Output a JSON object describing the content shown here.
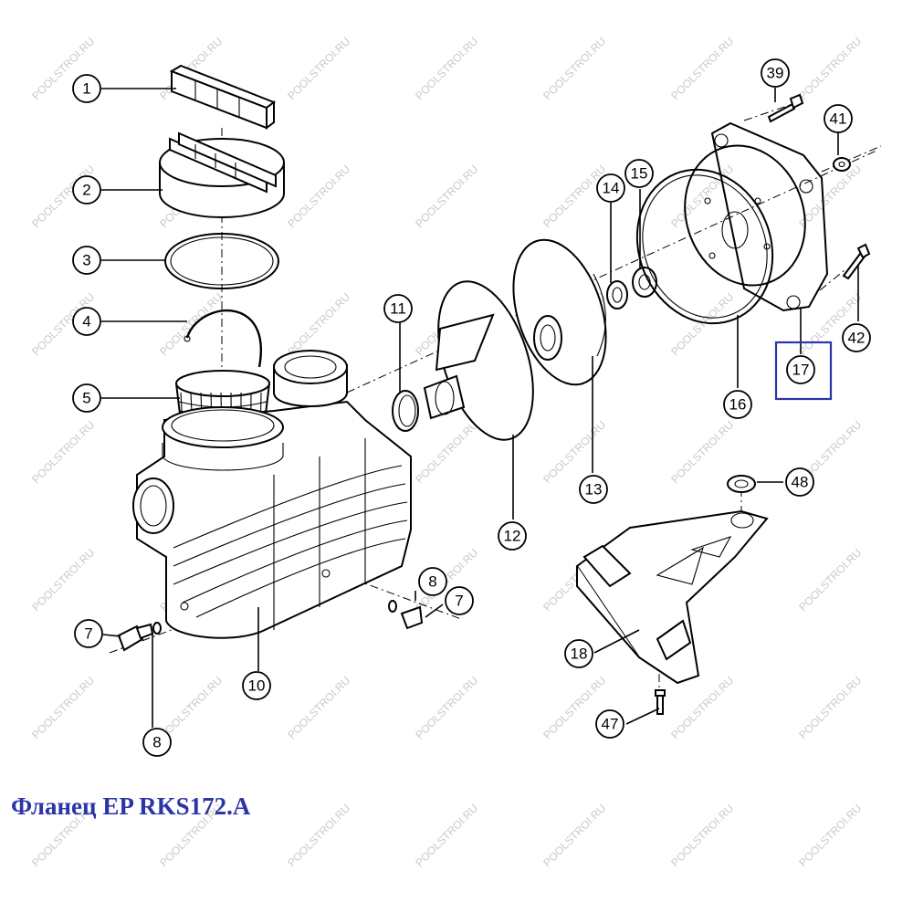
{
  "diagram": {
    "callouts": [
      "1",
      "2",
      "3",
      "4",
      "5",
      "7",
      "8",
      "8",
      "7",
      "10",
      "11",
      "12",
      "13",
      "14",
      "15",
      "16",
      "17",
      "18",
      "39",
      "41",
      "42",
      "47",
      "48"
    ],
    "watermark": "POOLSTROI.RU",
    "highlight_color": "#2b35a8",
    "highlighted_part": "17"
  },
  "caption": "Фланец EP RKS172.A",
  "colors": {
    "ink": "#000000",
    "caption": "#2b35a8",
    "watermark": "#c9c9c9"
  }
}
